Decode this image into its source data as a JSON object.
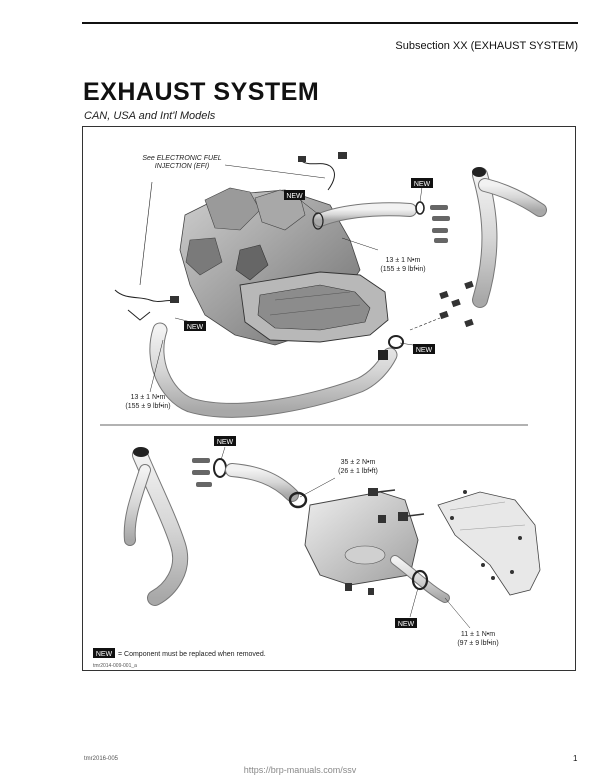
{
  "header": {
    "subsection": "Subsection XX (EXHAUST SYSTEM)"
  },
  "page": {
    "title": "EXHAUST SYSTEM",
    "models": "CAN, USA and Int'l Models"
  },
  "diagram": {
    "upper": {
      "efi_line1": "See ELECTRONIC FUEL",
      "efi_line2": "INJECTION (EFI)",
      "torque_a_line1": "13 ± 1 N•m",
      "torque_a_line2": "(155 ± 9 lbf•in)",
      "torque_b_line1": "13 ± 1 N•m",
      "torque_b_line2": "(155 ± 9 lbf•in)"
    },
    "lower": {
      "torque_c_line1": "35 ± 2 N•m",
      "torque_c_line2": "(26 ± 1 lbf•ft)",
      "torque_d_line1": "11 ± 1 N•m",
      "torque_d_line2": "(97 ± 9 lbf•in)"
    },
    "badge_new": "NEW",
    "legend_text": "= Component must be replaced when removed.",
    "figure_id": "tmr2014-009-001_a"
  },
  "footer": {
    "doc_code": "tmr2016-005",
    "page_number": "1",
    "url": "https://brp-manuals.com/ssv"
  }
}
